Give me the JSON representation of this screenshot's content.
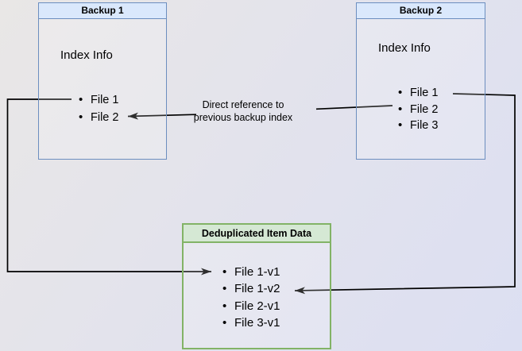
{
  "diagram": {
    "backup1": {
      "title": "Backup 1",
      "body_label": "Index Info",
      "files": [
        "File 1",
        "File 2"
      ]
    },
    "backup2": {
      "title": "Backup 2",
      "body_label": "Index Info",
      "files": [
        "File 1",
        "File 2",
        "File 3"
      ]
    },
    "dedup": {
      "title": "Deduplicated Item Data",
      "files": [
        "File 1-v1",
        "File 1-v2",
        "File 2-v1",
        "File 3-v1"
      ]
    },
    "connector_label": "Direct reference to previous backup index",
    "bullet_glyph": "•",
    "colors": {
      "blue_header_fill": "#dae8fc",
      "blue_border": "#6c8ebf",
      "green_header_fill": "#d5e8d4",
      "green_border": "#82b366",
      "connector": "#000000",
      "background_start": "#e9e7e6",
      "background_end": "#dcdff2"
    }
  }
}
